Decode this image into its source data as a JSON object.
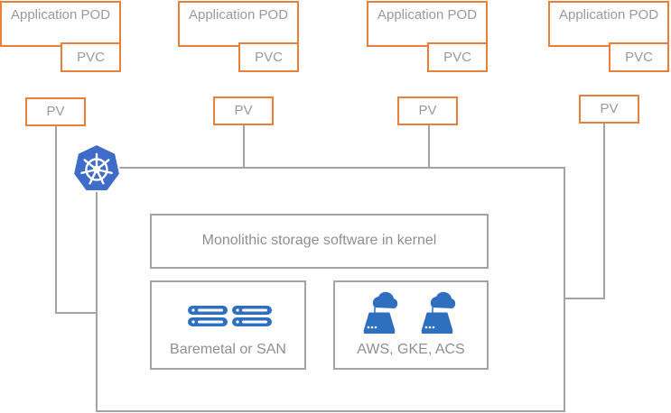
{
  "pods": [
    {
      "label": "Application POD",
      "pvc": "PVC",
      "pv": "PV"
    },
    {
      "label": "Application POD",
      "pvc": "PVC",
      "pv": "PV"
    },
    {
      "label": "Application POD",
      "pvc": "PVC",
      "pv": "PV"
    },
    {
      "label": "Application POD",
      "pvc": "PVC",
      "pv": "PV"
    }
  ],
  "cluster": {
    "logo_icon": "kubernetes-helm-icon",
    "storage_software": "Monolithic storage software in kernel",
    "baremetal": {
      "label": "Baremetal or SAN",
      "icon": "server-rack-icon"
    },
    "cloud": {
      "label": "AWS, GKE, ACS",
      "icon": "cloud-server-icon"
    }
  },
  "colors": {
    "orange": "#e8803a",
    "gray": "#a3a3a3",
    "blue": "#2f6fc0",
    "k8s_blue": "#3f6bc9"
  }
}
